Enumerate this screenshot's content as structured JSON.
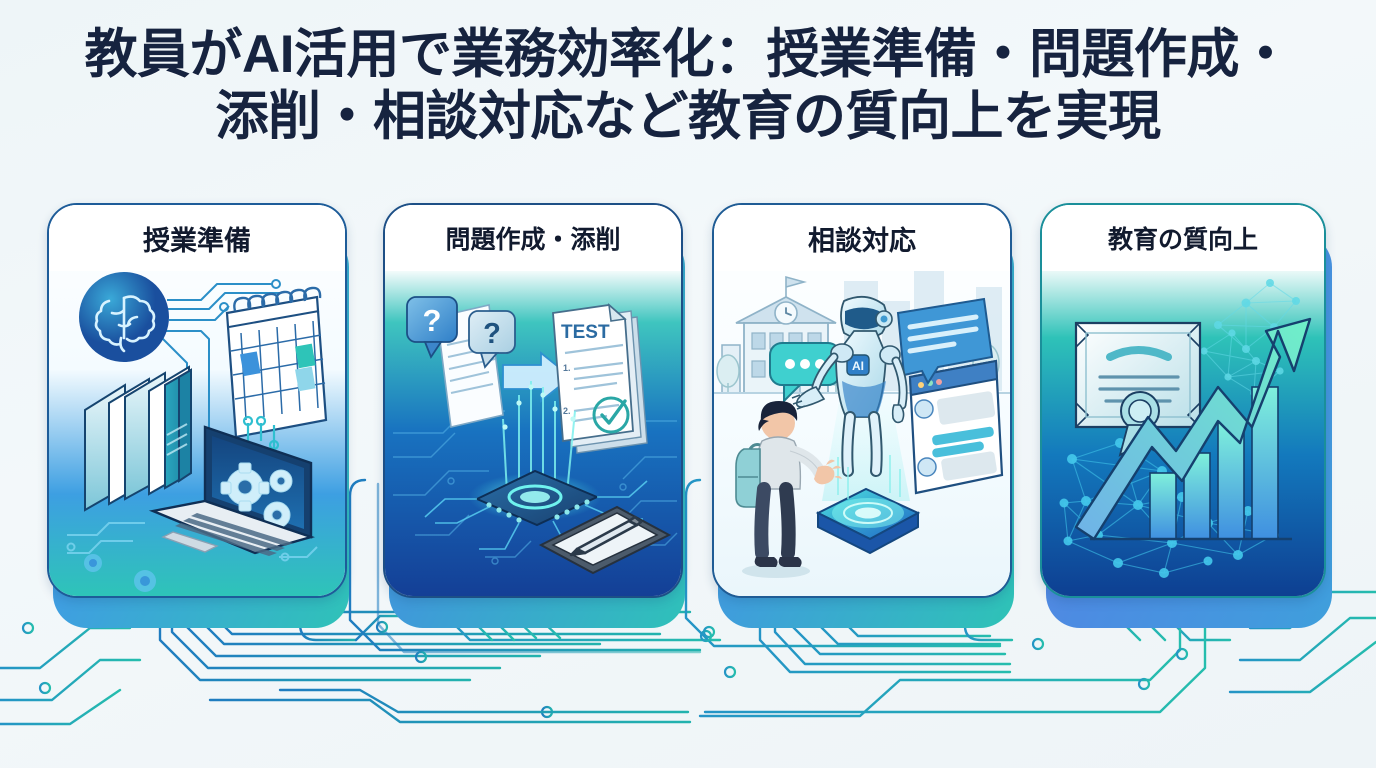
{
  "page": {
    "title_line1": "教員がAI活用で業務効率化：授業準備・問題作成・",
    "title_line2": "添削・相談対応など教育の質向上を実現",
    "title_full": "教員がAI活用で業務効率化：授業準備・問題作成・添削・相談対応など教育の質向上を実現",
    "background_color": "#eef5f8",
    "title_color": "#16233f",
    "accent_blue": "#1f5f9b",
    "accent_teal": "#2ec4b8",
    "accent_deep_navy": "#0e3f92"
  },
  "cards": [
    {
      "id": "lesson-preparation",
      "title": "授業準備",
      "border_color": "#1d5c99",
      "icons": [
        "brain-icon",
        "calendar-icon",
        "books-icon",
        "laptop-icon",
        "gear-icon",
        "circuit-trace"
      ],
      "description": "AI brain connected by circuit traces to a calendar, stack of books and a laptop showing gears"
    },
    {
      "id": "question-creation-grading",
      "title": "問題作成・添削",
      "border_color": "#1d4f86",
      "test_label": "TEST",
      "question_marks": [
        "?",
        "?"
      ],
      "list_numbers": [
        "1.",
        "2."
      ],
      "icons": [
        "question-bubble-icon",
        "document-icon",
        "arrow-right-icon",
        "test-paper-icon",
        "check-circle-icon",
        "ai-chip-icon",
        "tablet-pen-icon"
      ],
      "description": "Question speech bubbles and a document feed into an AI chip which outputs a graded TEST paper; a tablet with stylus sits alongside"
    },
    {
      "id": "consultation-support",
      "title": "相談対応",
      "border_color": "#1f5c95",
      "robot_badge": "AI",
      "icons": [
        "school-building-icon",
        "clock-icon",
        "robot-icon",
        "chat-bubble-icon",
        "chat-window-icon",
        "student-icon",
        "backpack-icon",
        "hologram-base-icon",
        "tree-icon"
      ],
      "description": "A student with a backpack talks to a holographic AI robot in front of a school building, with chat bubbles and a chat window"
    },
    {
      "id": "education-quality-improvement",
      "title": "教育の質向上",
      "border_color": "#1a8f9a",
      "icons": [
        "certificate-icon",
        "ribbon-icon",
        "growth-arrow-icon",
        "bar-chart-icon",
        "neural-network-icon"
      ],
      "description": "A certificate with an award ribbon above a rising arrow over ascending bars, framed by a neural-network node mesh"
    }
  ],
  "circuit": {
    "trace_color_left": "#1f7cc0",
    "trace_color_right": "#22b3ae",
    "node_shape": "small-open-circle",
    "description": "PCB-style traces descend from the bottom of each card, fan outward and run horizontally across the lower third of the canvas with small circular vias"
  }
}
